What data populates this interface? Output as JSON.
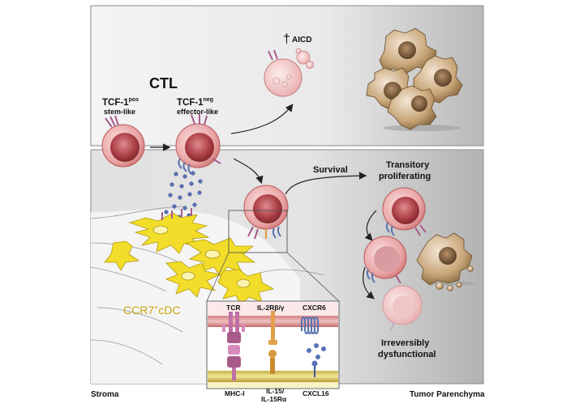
{
  "top_panel": {
    "ctl_label": "CTL",
    "tcf1_pos": {
      "main": "TCF-1",
      "sup": "pos",
      "sub": "stem-like"
    },
    "tcf1_neg": {
      "main": "TCF-1",
      "sup": "neg",
      "sub": "effector-like"
    },
    "aicd_label": "AICD",
    "dagger": "†"
  },
  "bottom_panel": {
    "survival_label": "Survival",
    "transitory_label": "Transitory proliferating",
    "transitory_line1": "Transitory",
    "transitory_line2": "proliferating",
    "dysfunctional_line1": "Irreversibly",
    "dysfunctional_line2": "dysfunctional",
    "ccr7_label": "CCR7",
    "ccr7_sup": "+",
    "ccr7_suffix": "cDC",
    "stroma_label": "Stroma",
    "tumor_label": "Tumor Parenchyma"
  },
  "inset": {
    "tcr": "TCR",
    "il2r": "IL-2Rβ/γ",
    "cxcr6": "CXCR6",
    "mhc": "MHC-I",
    "il15_line1": "IL-15/",
    "il15_line2": "IL-15Rα",
    "cxcl16": "CXCL16"
  },
  "colors": {
    "panel_top_left": "#f3f3f3",
    "panel_top_right": "#bdbdbd",
    "tcell_outer": "#e8a7a7",
    "tcell_nucleus": "#a63a3f",
    "dc_yellow": "#f2dd2a",
    "dc_outline": "#b49a10",
    "tumor_brown": "#b48a5a",
    "ccr7_text": "#c9a80e",
    "membrane": "#c26b6b",
    "cytokine": "#5a72b8"
  }
}
